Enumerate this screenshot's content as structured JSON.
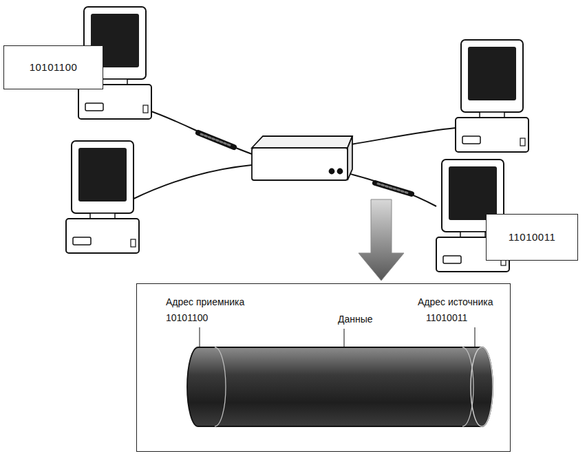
{
  "diagram": {
    "nodes": [
      {
        "text": [
          "10101100"
        ]
      },
      {
        "text": [
          "11010011"
        ]
      },
      {
        "text": [
          "Адрес приемника",
          "10101100",
          "Данные",
          "Адрес источника",
          "11010011"
        ]
      }
    ]
  }
}
